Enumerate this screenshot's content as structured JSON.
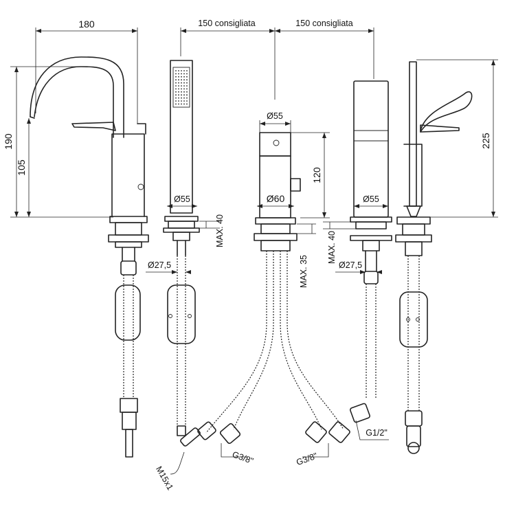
{
  "dimensions": {
    "spout_reach": "180",
    "spout_height_total": "190",
    "spout_height_outlet": "105",
    "spacing_left": "150 consigliata",
    "spacing_right": "150 consigliata",
    "shower_diameter": "Ø55",
    "shower_max_deck": "MAX. 40",
    "shower_hole": "Ø27,5",
    "mixer_top_diameter": "Ø55",
    "mixer_height": "120",
    "mixer_base_diameter": "Ø60",
    "mixer_max_deck": "MAX. 35",
    "diverter_diameter": "Ø55",
    "diverter_max_deck": "MAX. 40",
    "diverter_hole": "Ø27,5",
    "right_height": "225",
    "thread_m15": "M15x1",
    "thread_g38_left": "G3/8\"",
    "thread_g38_right": "G3/8\"",
    "thread_g12": "G1/2\""
  }
}
